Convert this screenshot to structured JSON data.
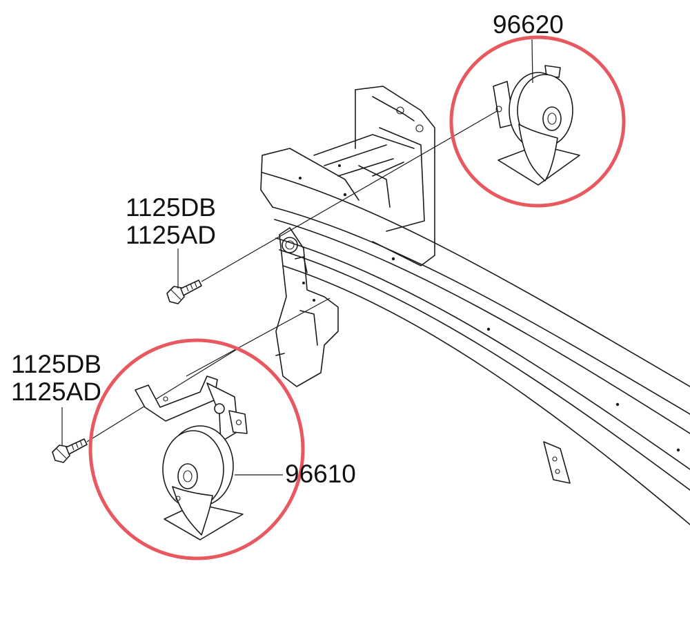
{
  "labels": {
    "part_96620": "96620",
    "bolt_upper_a": "1125DB",
    "bolt_upper_b": "1125AD",
    "bolt_lower_a": "1125DB",
    "bolt_lower_b": "1125AD",
    "part_96610": "96610"
  },
  "colors": {
    "highlight_ring": "#e8585f",
    "line": "#1a1a1a",
    "background": "#ffffff"
  }
}
